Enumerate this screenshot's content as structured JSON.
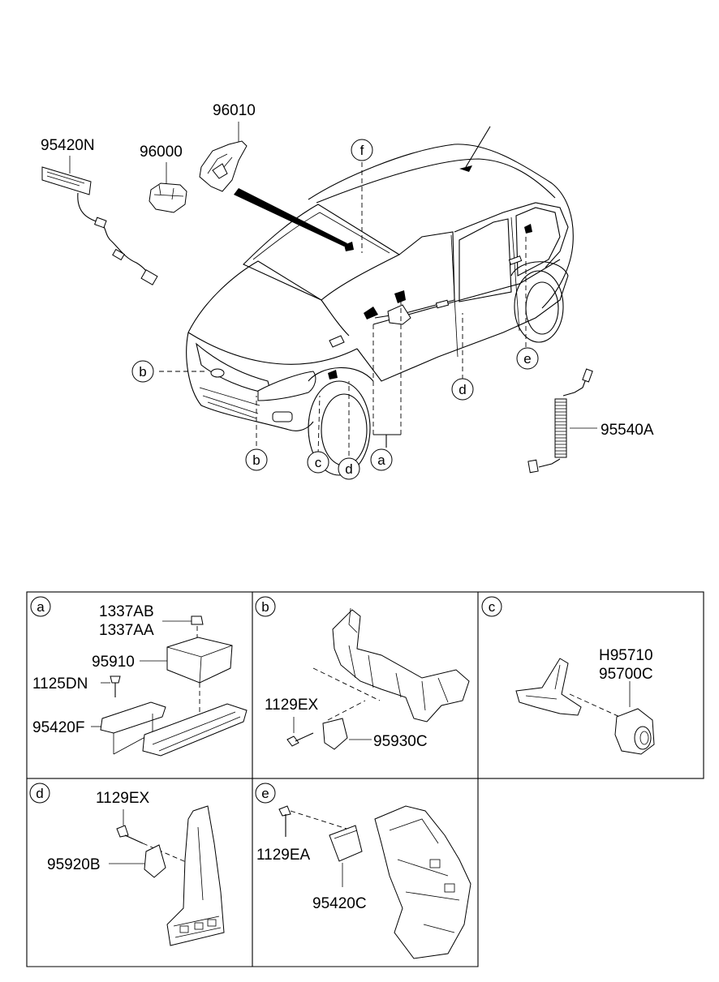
{
  "parts": {
    "p95420N": "95420N",
    "p96000": "96000",
    "p96010": "96010",
    "p95540A": "95540A"
  },
  "callouts": {
    "f": "f",
    "b": "b",
    "c": "c",
    "d": "d",
    "a": "a",
    "e": "e"
  },
  "panels": {
    "a": {
      "letter": "a",
      "labels": [
        "1337AB",
        "1337AA",
        "95910",
        "1125DN",
        "95420F"
      ]
    },
    "b": {
      "letter": "b",
      "labels": [
        "1129EX",
        "95930C"
      ]
    },
    "c": {
      "letter": "c",
      "labels": [
        "H95710",
        "95700C"
      ]
    },
    "d": {
      "letter": "d",
      "labels": [
        "1129EX",
        "95920B"
      ]
    },
    "e": {
      "letter": "e",
      "labels": [
        "1129EA",
        "95420C"
      ]
    }
  }
}
